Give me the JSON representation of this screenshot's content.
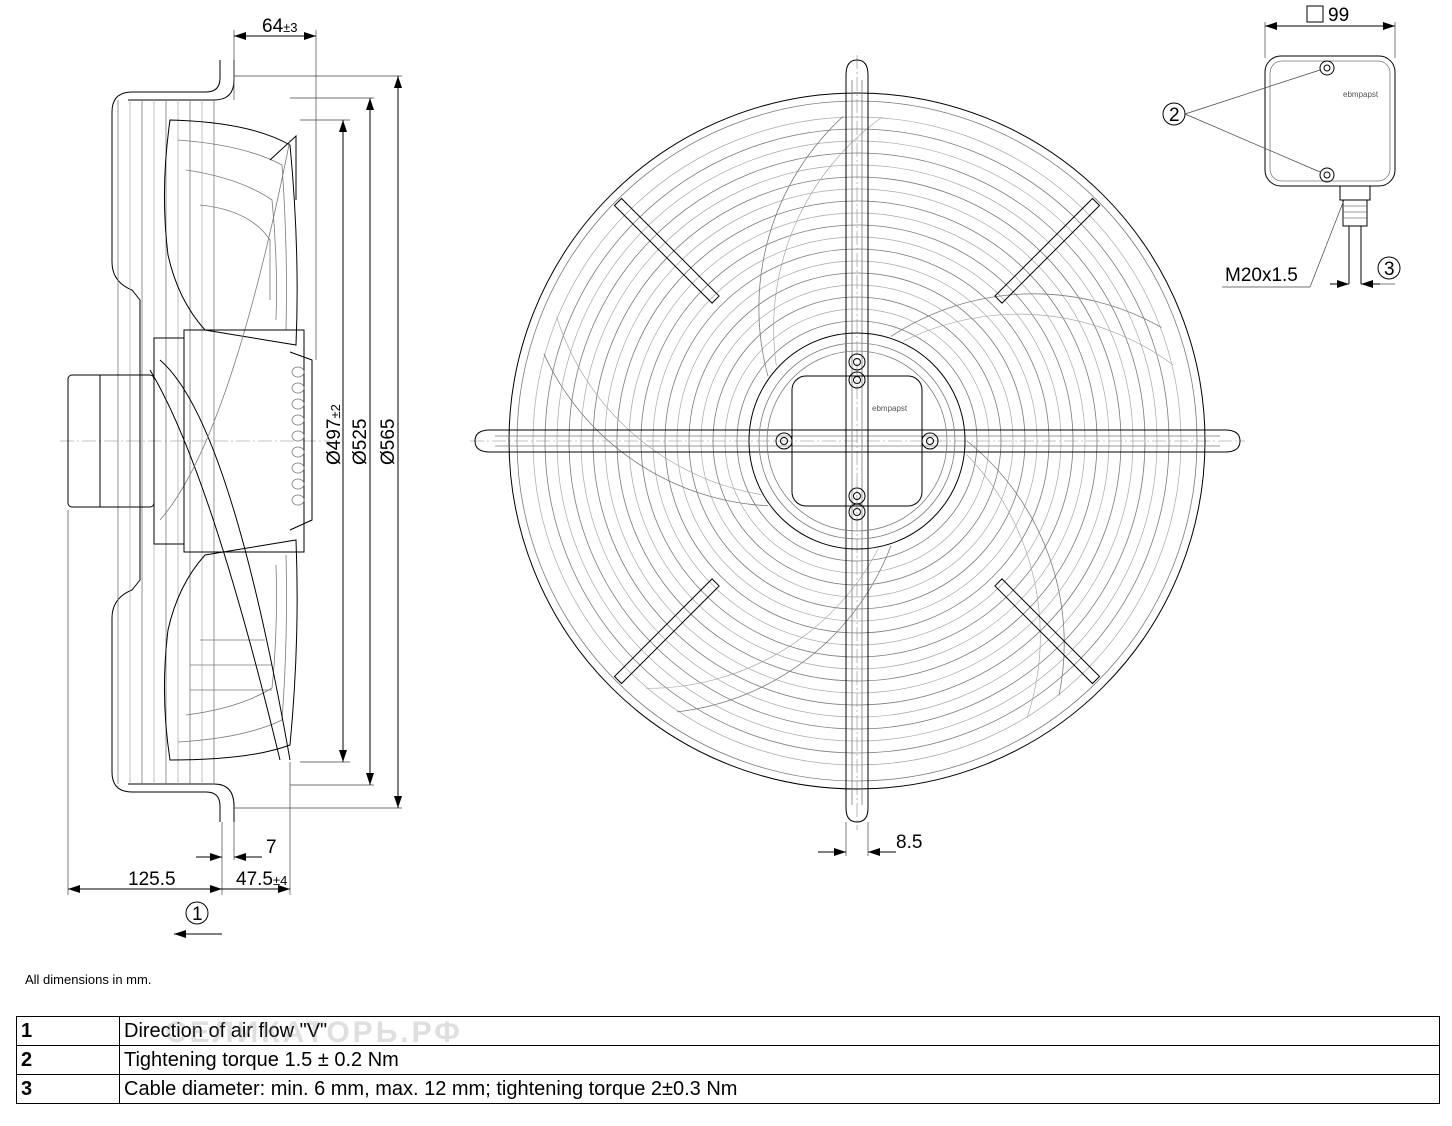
{
  "side_view": {
    "dims": {
      "d64": {
        "value": "64",
        "tol": "±3"
      },
      "d497": {
        "value": "Ø497",
        "tol": "±2"
      },
      "d525": "Ø525",
      "d565": "Ø565",
      "d7": "7",
      "d125_5": "125.5",
      "d47_5": {
        "value": "47.5",
        "tol": "±4"
      }
    },
    "callout_1": "1"
  },
  "front_view": {
    "brand_label": "ebmpapst",
    "dim_8_5": "8.5"
  },
  "terminal_box": {
    "dim_99": "99",
    "brand_label": "ebmpapst",
    "thread_label": "M20x1.5",
    "callout_2": "2",
    "callout_3": "3"
  },
  "note": "All dimensions in mm.",
  "watermark": "СЕЛИКАТОРЬ.РФ",
  "legend": [
    {
      "num": "1",
      "text": "Direction of air flow \"V\""
    },
    {
      "num": "2",
      "text": "Tightening torque 1.5 ± 0.2 Nm"
    },
    {
      "num": "3",
      "text": "Cable diameter: min. 6 mm, max. 12 mm; tightening torque 2±0.3 Nm"
    }
  ],
  "icons": {
    "flow_arrow": "arrow-left-icon",
    "callout": "circle-callout-icon"
  }
}
